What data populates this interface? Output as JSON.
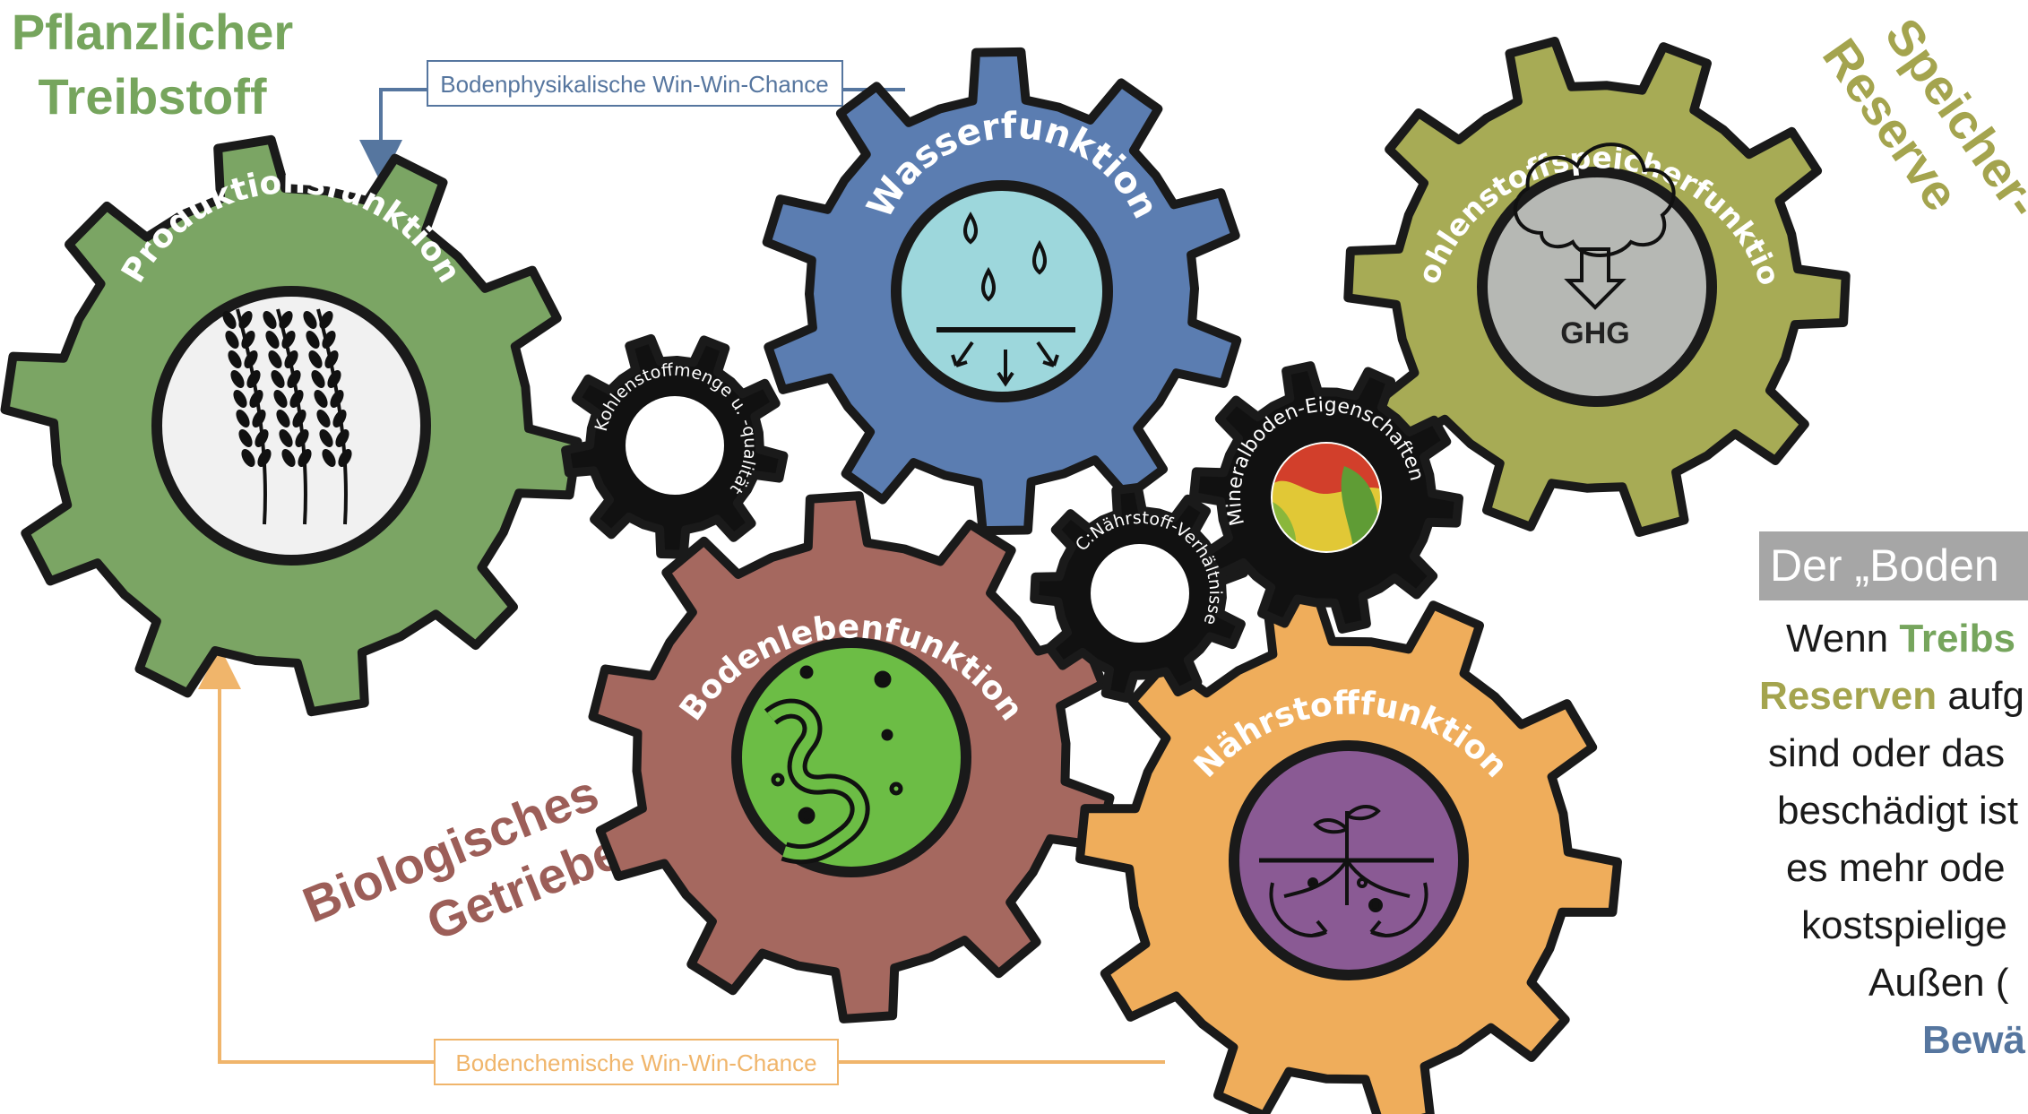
{
  "headings": {
    "treibstoff": [
      "Pflanzlicher",
      "Treibstoff"
    ],
    "speicher": [
      "Speicher-",
      "Reserve"
    ],
    "biologisch": [
      "Biologisches",
      "Getriebe"
    ]
  },
  "arrows": {
    "top_label": "Bodenphysikalische Win-Win-Chance",
    "bottom_label": "Bodenchemische Win-Win-Chance"
  },
  "gears": {
    "produktion": "Produktionsfunktion",
    "wasser": "Wasserfunktion",
    "kohlenstoff": "Kohlenstoffspeicherfunktion",
    "bodenleben": "Bodenlebenfunktion",
    "naehrstoff": "Nährstofffunktion",
    "small_kohlenstoffmenge": "Kohlenstoffmenge u. -qualität",
    "small_cn": "C:Nährstoff-Verhältnisse",
    "small_mineral": "Mineralboden-Eigenschaften"
  },
  "icons": {
    "ghg_label": "GHG"
  },
  "panel": {
    "title": "Der „Boden",
    "line1_a": "Wenn ",
    "line1_b": "Treibs",
    "line2_a": "Reserven",
    "line2_b": " aufg",
    "line3": "sind oder das",
    "line4": "beschädigt ist",
    "line5": "es mehr ode",
    "line6": "kostspielige",
    "line7": "Außen (",
    "line8": "Bewä"
  },
  "colors": {
    "green_gear": "#7ba564",
    "blue_gear": "#5b7db1",
    "olive_gear": "#a7ab55",
    "brown_gear": "#a5685f",
    "orange_gear": "#efad5b",
    "green_text": "#76a55d",
    "olive_text": "#a4a44e",
    "brown_text": "#9c5e58",
    "blue_line": "#56769f",
    "orange_line": "#f0b56b",
    "panel_gray": "#a6a6a6"
  }
}
